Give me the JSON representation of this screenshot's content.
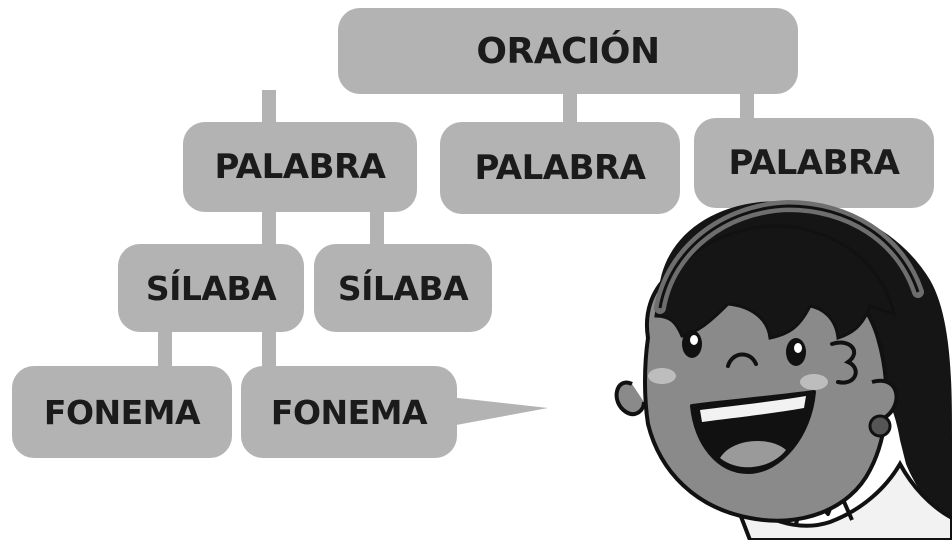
{
  "diagram": {
    "root": {
      "label": "ORACIÓN"
    },
    "words": [
      {
        "label": "PALABRA"
      },
      {
        "label": "PALABRA"
      },
      {
        "label": "PALABRA"
      }
    ],
    "syllables": [
      {
        "label": "SÍLABA"
      },
      {
        "label": "SÍLABA"
      }
    ],
    "phonemes": [
      {
        "label": "FONEMA"
      },
      {
        "label": "FONEMA"
      }
    ]
  },
  "colors": {
    "node_fill": "#b3b3b3",
    "text": "#1b1b1b",
    "outline": "#111111",
    "skin": "#8a8a8a",
    "hair": "#151515"
  },
  "icons": {
    "character": "girl-illustration-icon",
    "speech_tail": "speech-tail-icon"
  }
}
